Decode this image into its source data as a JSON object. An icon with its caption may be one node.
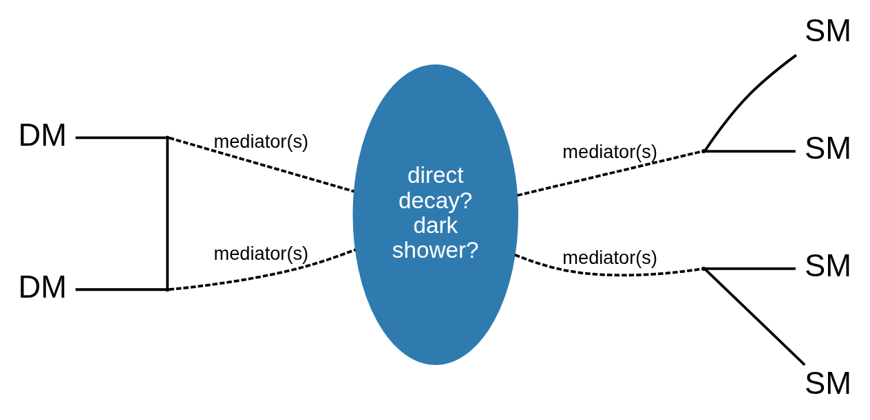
{
  "diagram": {
    "nodes": [
      {
        "text": [
          "DM"
        ]
      },
      {
        "text": [
          "DM"
        ]
      },
      {
        "text": [],
        "shape": "point"
      },
      {
        "text": [],
        "shape": "point"
      },
      {
        "text": [
          "direct decay? dark shower?"
        ]
      },
      {
        "text": [],
        "shape": "point"
      },
      {
        "text": [],
        "shape": "point"
      },
      {
        "text": [
          "SM"
        ]
      },
      {
        "text": [
          "SM"
        ]
      },
      {
        "text": [
          "SM"
        ]
      },
      {
        "text": [
          "SM"
        ]
      }
    ],
    "edges": [
      {
        "from": 0,
        "to": 2,
        "arrow": "none"
      },
      {
        "from": 1,
        "to": 3,
        "arrow": "none"
      },
      {
        "from": 2,
        "to": 3,
        "arrow": "none"
      },
      {
        "from": 2,
        "to": 4,
        "arrow": "none",
        "label": "mediator(s)",
        "style": "dashed"
      },
      {
        "from": 3,
        "to": 4,
        "arrow": "none",
        "label": "mediator(s)",
        "style": "dashed"
      },
      {
        "from": 4,
        "to": 5,
        "arrow": "none",
        "label": "mediator(s)",
        "style": "dashed"
      },
      {
        "from": 4,
        "to": 6,
        "arrow": "none",
        "label": "mediator(s)",
        "style": "dashed"
      },
      {
        "from": 5,
        "to": 7,
        "arrow": "none"
      },
      {
        "from": 5,
        "to": 8,
        "arrow": "none"
      },
      {
        "from": 6,
        "to": 9,
        "arrow": "none"
      },
      {
        "from": 6,
        "to": 10,
        "arrow": "none"
      }
    ]
  }
}
